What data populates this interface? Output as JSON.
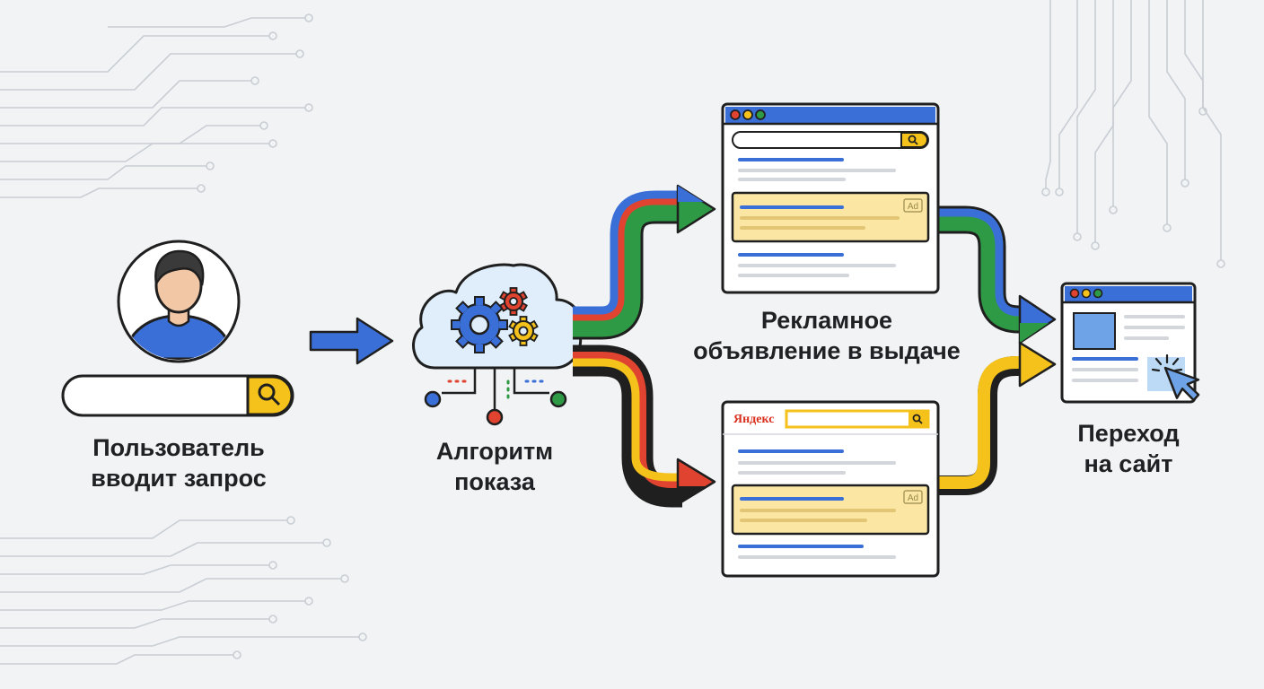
{
  "steps": {
    "user": {
      "line1": "Пользователь",
      "line2": "вводит запрос"
    },
    "algorithm": {
      "line1": "Алгоритм",
      "line2": "показа"
    },
    "ad": {
      "line1": "Рекламное",
      "line2": "объявление в выдаче"
    },
    "site": {
      "line1": "Переход",
      "line2": "на сайт"
    }
  },
  "serp_top": {
    "ad_badge": "Ad"
  },
  "serp_bottom": {
    "brand": "Яндекс",
    "ad_badge": "Ad"
  },
  "icons": [
    "user-avatar-icon",
    "search-icon",
    "cloud-icon",
    "gear-icon",
    "cursor-click-icon"
  ],
  "colors": {
    "blue": "#3b6fd8",
    "red": "#e0432f",
    "green": "#2e9a45",
    "yellow": "#f4c21b",
    "black": "#111111",
    "ad_highlight": "#fbe6a4"
  }
}
